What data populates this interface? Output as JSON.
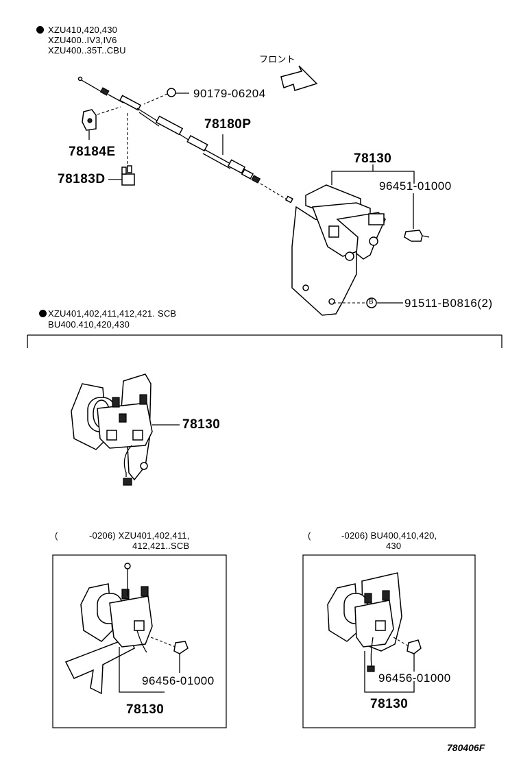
{
  "section_top": {
    "models_line1": "XZU410,420,430",
    "models_line2": "XZU400..IV3,IV6",
    "models_line3": "XZU400..35T..CBU",
    "front_label": "フロント",
    "parts": {
      "clip": "90179-06204",
      "cable": "78180P",
      "bracket_e": "78184E",
      "bracket_d": "78183D",
      "assembly": "78130",
      "switch": "96451-01000",
      "bolt_marker": "B",
      "bolt": "91511-B0816(2)"
    }
  },
  "section_middle": {
    "models_line1": "XZU401,402,411,412,421. SCB",
    "models_line2": "BU400.410,420,430",
    "assembly": "78130"
  },
  "section_left_box": {
    "header_paren": "(",
    "header_line1": "-0206) XZU401,402,411,",
    "header_line2": "412,421..SCB",
    "switch": "96456-01000",
    "assembly": "78130"
  },
  "section_right_box": {
    "header_paren": "(",
    "header_line1": "-0206) BU400,410,420,",
    "header_line2": "430",
    "switch": "96456-01000",
    "assembly": "78130"
  },
  "diagram_code": "780406F",
  "icons": [
    "bullet-dot-icon",
    "front-arrow-icon"
  ]
}
